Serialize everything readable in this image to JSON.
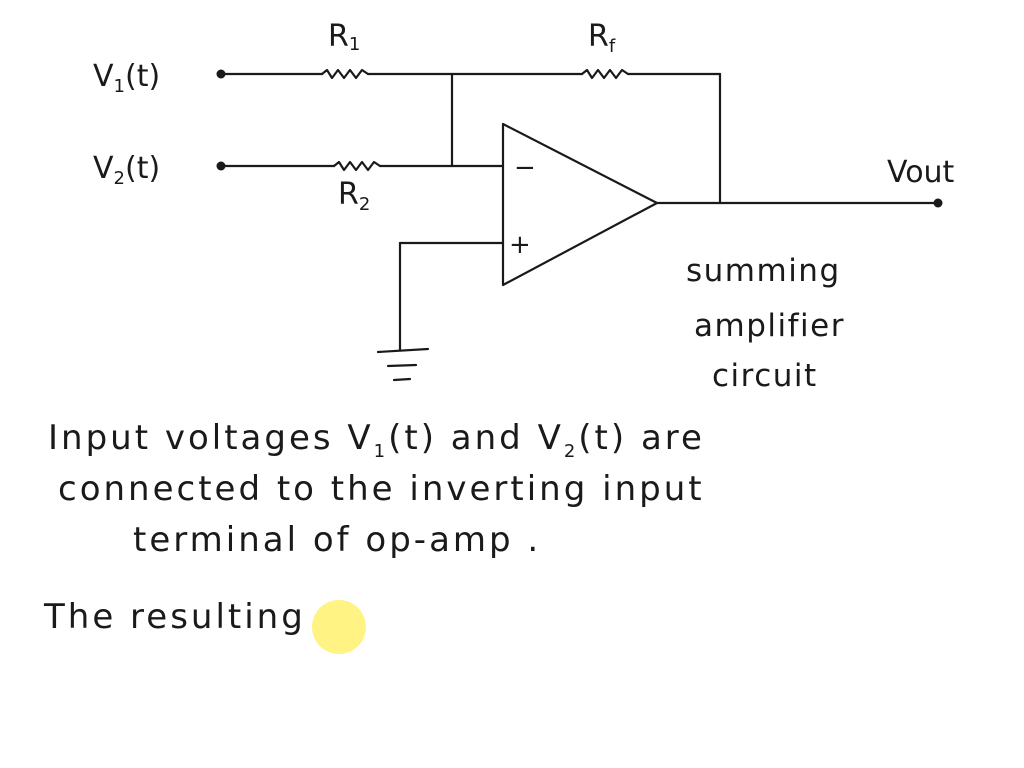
{
  "circuit": {
    "inputs": [
      {
        "name": "V",
        "sub": "1",
        "arg": "(t)"
      },
      {
        "name": "V",
        "sub": "2",
        "arg": "(t)"
      }
    ],
    "resistors": {
      "r1": {
        "name": "R",
        "sub": "1"
      },
      "r2": {
        "name": "R",
        "sub": "2"
      },
      "rf": {
        "name": "R",
        "sub": "f"
      }
    },
    "opamp": {
      "inverting_sign": "−",
      "noninverting_sign": "+"
    },
    "output_label": "Vout"
  },
  "caption": {
    "lines": [
      "summing",
      "amplifier",
      "circuit"
    ]
  },
  "explanation": {
    "line1_start": "Input voltages V",
    "line1_sub1": "1",
    "line1_mid": "(t) and V",
    "line1_sub2": "2",
    "line1_end": "(t) are",
    "line2": "connected to the  inverting input",
    "line3": "terminal  of  op-amp .",
    "line4": "The resulting"
  },
  "colors": {
    "ink": "#1a1a1a",
    "highlight": "#fff27a",
    "background": "#ffffff"
  }
}
